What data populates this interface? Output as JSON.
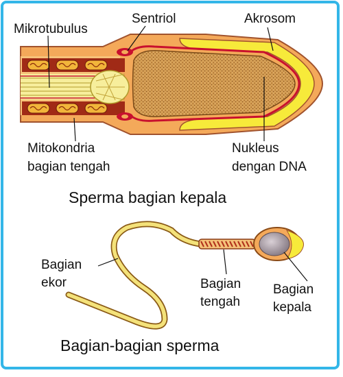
{
  "head_diagram": {
    "labels": {
      "mikrotubulus": "Mikrotubulus",
      "sentriol": "Sentriol",
      "akrosom": "Akrosom",
      "mitokondria_line1": "Mitokondria",
      "mitokondria_line2": "bagian tengah",
      "nukleus_line1": "Nukleus",
      "nukleus_line2": "dengan DNA"
    },
    "caption": "Sperma bagian kepala"
  },
  "whole_diagram": {
    "labels": {
      "ekor_line1": "Bagian",
      "ekor_line2": "ekor",
      "tengah_line1": "Bagian",
      "tengah_line2": "tengah",
      "kepala_line1": "Bagian",
      "kepala_line2": "kepala"
    },
    "caption": "Bagian-bagian sperma"
  },
  "colors": {
    "frame": "#33b6e8",
    "outer_membrane": "#f4a95a",
    "nucleus": "#d9a45b",
    "akrosom": "#f7ea3a",
    "red_line": "#c8102e",
    "tail": "#f4e27a"
  }
}
